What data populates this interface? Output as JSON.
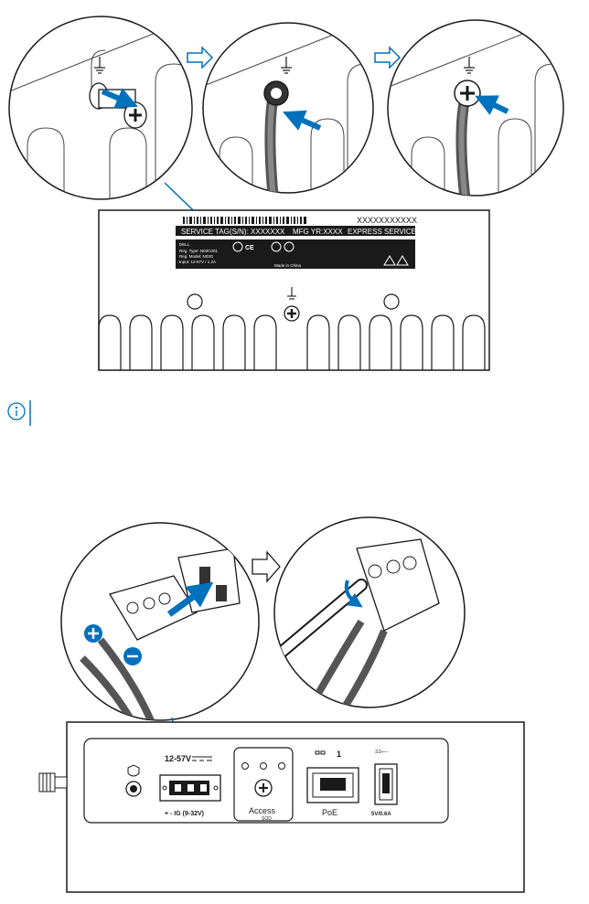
{
  "label_panel": {
    "barcode_top": "XXXXXXXXXXX",
    "service_tag": "SERVICE TAG(S/N): XXXXXXX",
    "mfg_year": "MFG YR:XXXX",
    "express_service_code": "EXPRESS SERVICE CODE",
    "reg_lines": [
      "DELL",
      "Reg. Type: N03C001",
      "Reg. Model: N03G",
      "Input: 12-57V / 1.2A",
      "Made in China"
    ]
  },
  "front_panel": {
    "power_label": "12-57V",
    "power_polarity": "+  -  IG (9-32V)",
    "access_label": "Access",
    "access_sub": "SOD",
    "poe_number": "1",
    "poe_label": "PoE",
    "usb_label": "5V/0.6A"
  },
  "colors": {
    "accent": "#0071bc",
    "line": "#1a1a1a",
    "ground_wire": "#555555"
  }
}
